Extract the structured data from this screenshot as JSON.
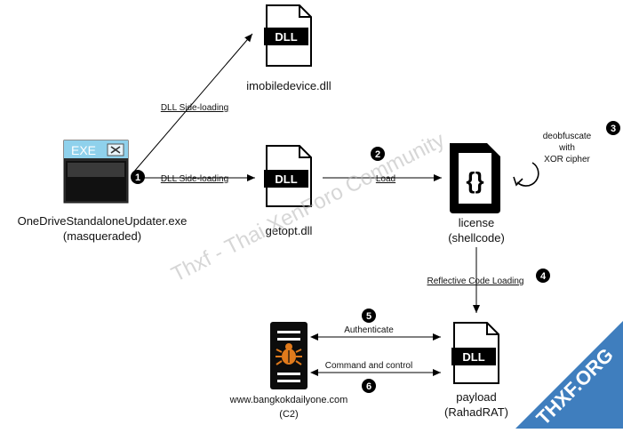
{
  "nodes": {
    "exe": {
      "icon_text": "EXE",
      "label_line1": "OneDriveStandaloneUpdater.exe",
      "label_line2": "(masqueraded)"
    },
    "imobile": {
      "icon_text": "DLL",
      "label": "imobiledevice.dll"
    },
    "getopt": {
      "icon_text": "DLL",
      "label": "getopt.dll"
    },
    "license": {
      "icon_text": "{}",
      "label_line1": "license",
      "label_line2": "(shellcode)"
    },
    "payload": {
      "icon_text": "DLL",
      "label_line1": "payload",
      "label_line2": "(RahadRAT)"
    },
    "c2": {
      "label_line1": "www.bangkokdailyone.com",
      "label_line2": "(C2)"
    }
  },
  "edges": {
    "side_loading_top": "DLL Side-loading",
    "side_loading_mid": "DLL Side-loading",
    "load": "Load",
    "deobfuscate": [
      "deobfuscate",
      "with",
      "XOR cipher"
    ],
    "reflective": "Reflective Code Loading",
    "authenticate": "Authenticate",
    "command": "Command and control"
  },
  "steps": [
    "1",
    "2",
    "3",
    "4",
    "5",
    "6"
  ],
  "watermark": "Thxf - Thai XenForo Community",
  "badge": "THXF.ORG",
  "colors": {
    "badge": "#2f73b9",
    "bug": "#e07a1c",
    "ink": "#000000"
  }
}
